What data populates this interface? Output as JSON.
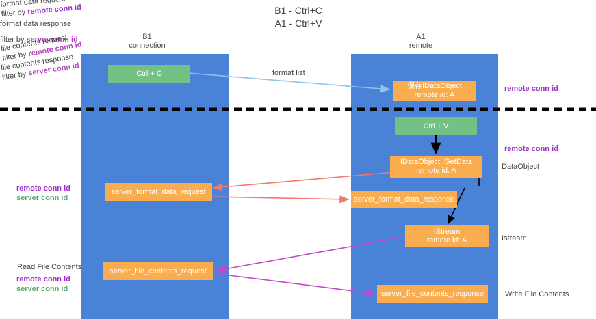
{
  "title": {
    "line1": "B1 - Ctrl+C",
    "line2": "A1 - Ctrl+V"
  },
  "lanes": [
    {
      "name": "B1",
      "sub": "connection"
    },
    {
      "name": "A1",
      "sub": "remote"
    }
  ],
  "boxes": {
    "ctrl_c": "Ctrl + C",
    "ctrl_v": "Ctrl + V",
    "idataobject_top_l1": "保存IDataObject",
    "idataobject_top_l2": "remote id: A",
    "getdata_l1": "IDataObject::GetData",
    "getdata_l2": "remote id: A",
    "istream_l1": "IStream",
    "istream_l2": "remote id: A",
    "server_format_data_request": "server_format_data_request",
    "server_format_data_response": "server_format_data_response",
    "server_file_contents_request": "server_file_contents_request",
    "server_file_contents_response": "server_file_contents_response"
  },
  "arrow_labels": {
    "format_list": "format list",
    "format_data_request": "format data request",
    "format_data_request_filter_prefix": "filter by",
    "format_data_request_filter_key": "remote conn id",
    "format_data_response": "format data response",
    "format_data_response_filter_prefix": "filter by",
    "format_data_response_filter_key": "server conn id",
    "file_contents_request": "file contents request",
    "file_contents_request_filter_prefix": "filter by",
    "file_contents_request_filter_key": "remote conn id",
    "file_contents_response": "file contents response",
    "file_contents_response_filter_prefix": "filter by",
    "file_contents_response_filter_key": "server conn id"
  },
  "side_labels": {
    "right_remote_conn_id_top": "remote conn id",
    "right_remote_conn_id_mid": "remote conn id",
    "right_dataobject": "DataObject",
    "right_istream": "Istream",
    "right_write_file_contents": "Write File Contents",
    "left_remote_conn_id_mid": "remote conn id",
    "left_server_conn_id_mid": "server conn id",
    "left_read_file_contents": "Read File Contents",
    "left_remote_conn_id_bottom": "remote conn id",
    "left_server_conn_id_bottom": "server conn id"
  },
  "colors": {
    "lane": "#4a82d8",
    "box_orange": "#f9ad4f",
    "box_green": "#74c183",
    "arrow_format_list": "#8fc4ea",
    "arrow_black": "#000000",
    "arrow_red": "#f4776b",
    "arrow_magenta": "#c347cc",
    "divider": "#000000",
    "purple_text": "#9b30c9",
    "green_text": "#5fa86f"
  }
}
